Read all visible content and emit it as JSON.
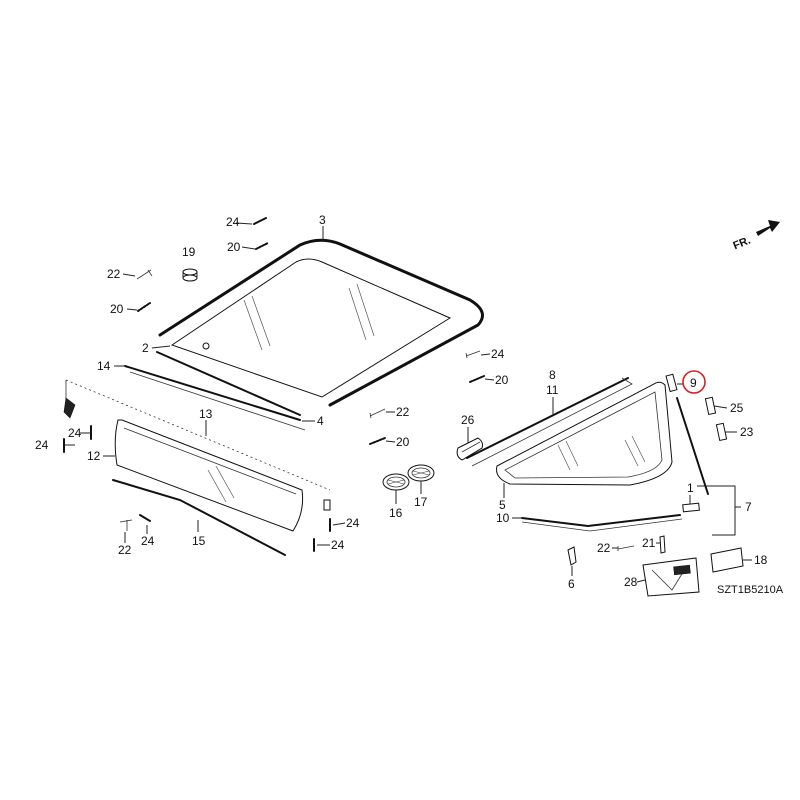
{
  "callouts": {
    "c1": "1",
    "c2": "2",
    "c3": "3",
    "c4": "4",
    "c5": "5",
    "c6": "6",
    "c7": "7",
    "c8": "8",
    "c9": "9",
    "c10": "10",
    "c11": "11",
    "c12": "12",
    "c13": "13",
    "c14": "14",
    "c15": "15",
    "c16": "16",
    "c17": "17",
    "c18": "18",
    "c19": "19",
    "c20": "20",
    "c21": "21",
    "c22": "22",
    "c23": "23",
    "c24": "24",
    "c25": "25",
    "c26": "26",
    "c28": "28"
  },
  "direction_label": "FR.",
  "diagram_code": "SZT1B5210A",
  "highlight_color": "#d42020"
}
